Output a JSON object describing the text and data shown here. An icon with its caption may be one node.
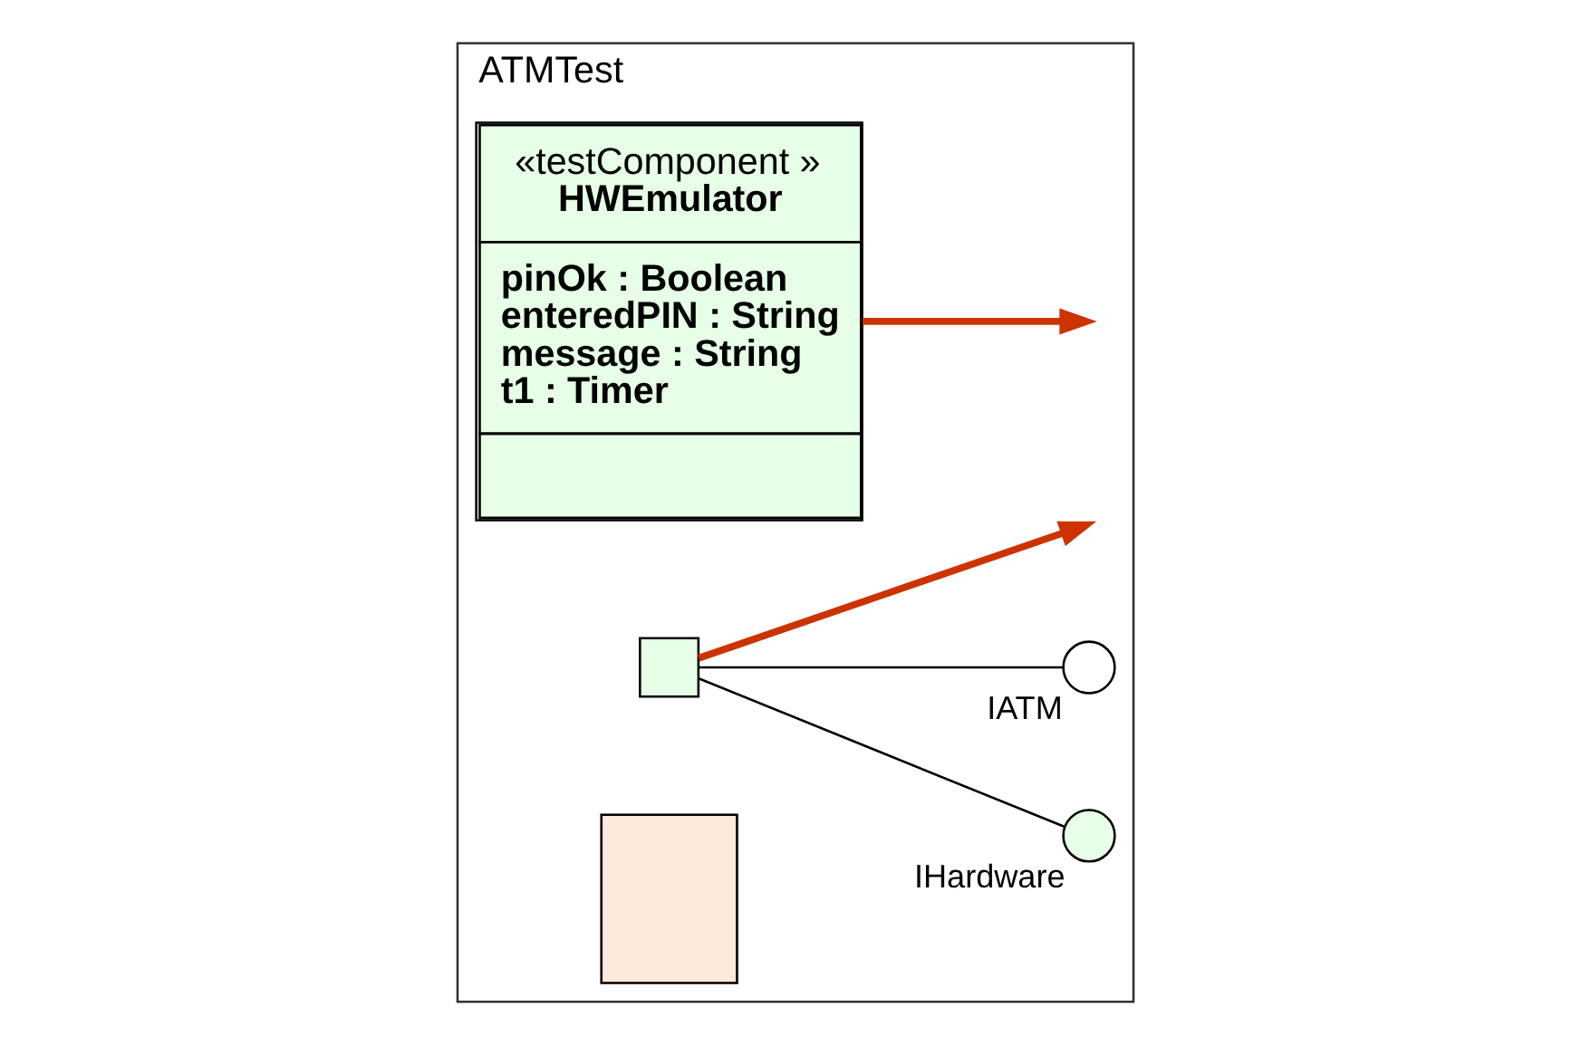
{
  "diagram": {
    "nodes": [
      {
        "text": [
          "ATMTest"
        ]
      },
      {
        "text": [
          "«testComponent »",
          "HWEmulator",
          "pinOk : Boolean",
          "enteredPIN : String",
          "message : String",
          "t1 : Timer"
        ],
        "in": 0
      },
      {
        "text": [],
        "shape": "box",
        "in": 0
      },
      {
        "text": [],
        "shape": "circle",
        "beside": [
          "IHardware"
        ],
        "in": 0
      },
      {
        "text": [],
        "shape": "circle",
        "beside": [
          "IATM"
        ],
        "in": 0
      },
      {
        "text": [],
        "shape": "box",
        "in": 0
      }
    ],
    "edges": [
      {
        "from": 2,
        "to": 3,
        "arrow": "none"
      },
      {
        "from": 2,
        "to": 4,
        "arrow": "none"
      },
      {
        "from": 2,
        "to": null,
        "arrow": "to",
        "style": "thick",
        "color": "#cc3300"
      },
      {
        "from": 1,
        "to": null,
        "arrow": "to",
        "style": "thick",
        "color": "#cc3300"
      }
    ]
  }
}
